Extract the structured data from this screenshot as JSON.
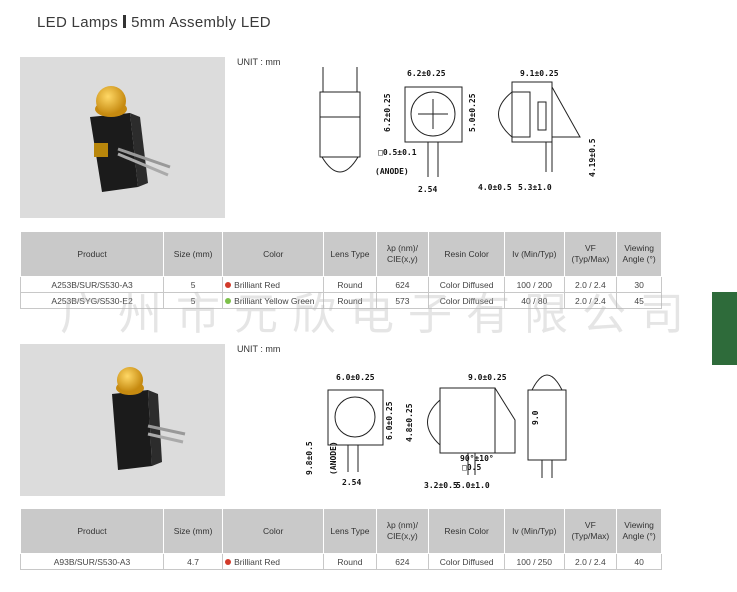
{
  "title": {
    "left": "LED Lamps",
    "right": "5mm Assembly LED"
  },
  "section1": {
    "unit": "UNIT : mm",
    "dims": {
      "d1": "6.2±0.25",
      "d2": "9.1±0.25",
      "d3": "6.2±0.25",
      "d4": "5.0±0.25",
      "d5": "4.19±0.5",
      "d6": "□0.5±0.1",
      "d7": "(ANODE)",
      "d8": "2.54",
      "d9": "4.0±0.5",
      "d10": "5.3±1.0"
    },
    "headers": {
      "product": "Product",
      "size": "Size (mm)",
      "color": "Color",
      "lens": "Lens Type",
      "lambda": "λp (nm)/ CIE(x,y)",
      "resin": "Resin Color",
      "iv": "Iv (Min/Typ)",
      "vf": "VF (Typ/Max)",
      "angle": "Viewing Angle (°)"
    },
    "rows": [
      {
        "product": "A253B/SUR/S530-A3",
        "size": "5",
        "color": "Brilliant Red",
        "dot": "#d23a2a",
        "lens": "Round",
        "lambda": "624",
        "resin": "Color Diffused",
        "iv": "100 / 200",
        "vf": "2.0 / 2.4",
        "angle": "30"
      },
      {
        "product": "A253B/SYG/S530-E2",
        "size": "5",
        "color": "Brilliant Yellow Green",
        "dot": "#7dc14a",
        "lens": "Round",
        "lambda": "573",
        "resin": "Color Diffused",
        "iv": "40 / 80",
        "vf": "2.0 / 2.4",
        "angle": "45"
      }
    ]
  },
  "section2": {
    "unit": "UNIT : mm",
    "dims": {
      "d1": "6.0±0.25",
      "d2": "9.0±0.25",
      "d3": "6.0±0.25",
      "d4": "4.8±0.25",
      "d5": "9.8±0.5",
      "d6": "(ANODE)",
      "d7": "2.54",
      "d8": "90°±10°",
      "d9": "□0.5",
      "d10": "3.2±0.5",
      "d11": "5.0±1.0",
      "d12": "9.0"
    },
    "headers": {
      "product": "Product",
      "size": "Size (mm)",
      "color": "Color",
      "lens": "Lens Type",
      "lambda": "λp (nm)/ CIE(x,y)",
      "resin": "Resin Color",
      "iv": "Iv (Min/Typ)",
      "vf": "VF (Typ/Max)",
      "angle": "Viewing Angle (°)"
    },
    "rows": [
      {
        "product": "A93B/SUR/S530-A3",
        "size": "4.7",
        "color": "Brilliant Red",
        "dot": "#d23a2a",
        "lens": "Round",
        "lambda": "624",
        "resin": "Color Diffused",
        "iv": "100 / 250",
        "vf": "2.0 / 2.4",
        "angle": "40"
      }
    ]
  },
  "watermark": "广州市元欣电子有限公司",
  "colors": {
    "tab": "#2e6b3a",
    "header_bg": "#c9c9c9",
    "photo_bg": "#dcdcdc"
  }
}
